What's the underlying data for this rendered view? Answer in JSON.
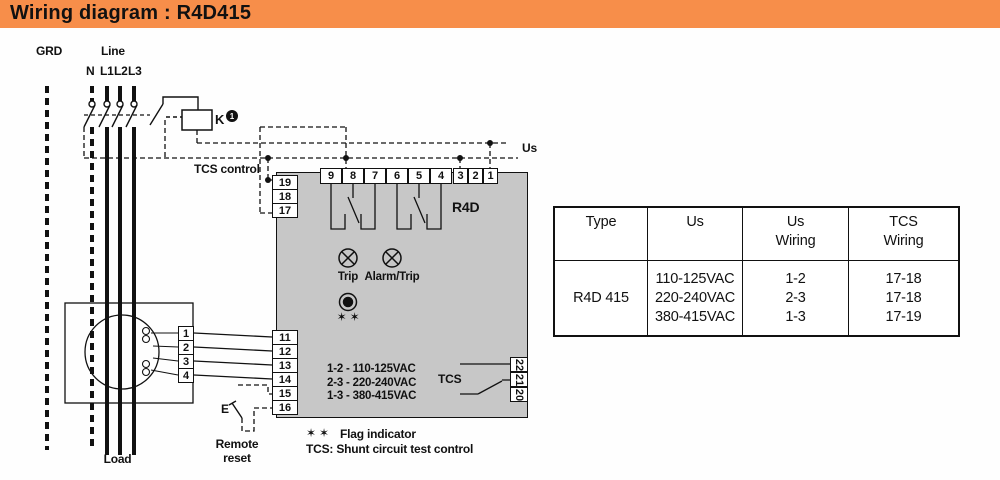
{
  "title": "Wiring diagram : R4D415",
  "colors": {
    "header_bg": "#F78E4A",
    "device_fill": "#C7C7C7"
  },
  "diagram": {
    "grd": "GRD",
    "line": "Line",
    "phases": {
      "n": "N",
      "l1": "L1",
      "l2": "L2",
      "l3": "L3"
    },
    "contactor": "K",
    "contactor_note": "1",
    "tcs_control": "TCS control",
    "us": "Us",
    "device_name": "R4D",
    "trip": "Trip",
    "alarm_trip": "Alarm/Trip",
    "flag_symbol": "✶ ✶",
    "vac_map": [
      "1-2 - 110-125VAC",
      "2-3 - 220-240VAC",
      "1-3 - 380-415VAC"
    ],
    "tcs": "TCS",
    "remote_switch": "E",
    "remote_reset_line1": "Remote",
    "remote_reset_line2": "reset",
    "load": "Load",
    "notes": {
      "flag_symbol": "✶ ✶",
      "flag_text": "Flag indicator",
      "tcs_text": "TCS: Shunt circuit test control"
    }
  },
  "terminals": {
    "left_top": [
      "19",
      "18",
      "17"
    ],
    "left_bottom": [
      "11",
      "12",
      "13",
      "14",
      "15",
      "16"
    ],
    "top_main": [
      "9",
      "8",
      "7",
      "6",
      "5",
      "4"
    ],
    "top_aux": [
      "3",
      "2",
      "1"
    ],
    "right": [
      "22",
      "21",
      "20"
    ],
    "ct": [
      "1",
      "2",
      "3",
      "4"
    ]
  },
  "table": {
    "headers": [
      "Type",
      "Us",
      "Us\nWiring",
      "TCS\nWiring"
    ],
    "row": {
      "type": "R4D 415",
      "us": [
        "110-125VAC",
        "220-240VAC",
        "380-415VAC"
      ],
      "us_wiring": [
        "1-2",
        "2-3",
        "1-3"
      ],
      "tcs_wiring": [
        "17-18",
        "17-18",
        "17-19"
      ]
    }
  }
}
